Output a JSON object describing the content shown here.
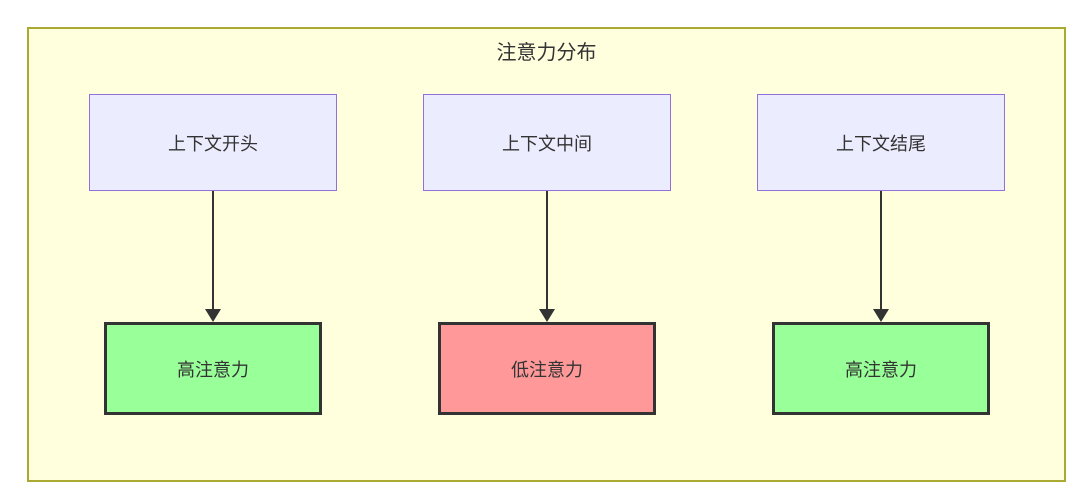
{
  "diagram": {
    "title": "注意力分布",
    "columns": [
      {
        "source": "上下文开头",
        "target": "高注意力",
        "level": "high"
      },
      {
        "source": "上下文中间",
        "target": "低注意力",
        "level": "low"
      },
      {
        "source": "上下文结尾",
        "target": "高注意力",
        "level": "high"
      }
    ],
    "colors": {
      "frame_background": "#ffffde",
      "frame_border": "#aaaa33",
      "source_fill": "#ececff",
      "source_border": "#9370db",
      "high_attention_fill": "#99ff99",
      "low_attention_fill": "#ff9999",
      "target_border": "#333333",
      "text": "#333333",
      "arrow": "#333333"
    }
  }
}
